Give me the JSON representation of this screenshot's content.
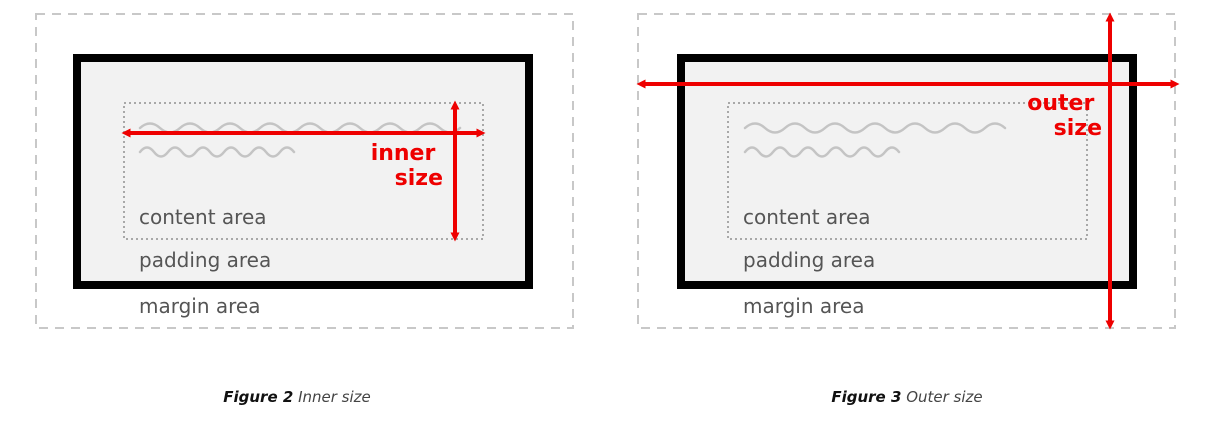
{
  "colors": {
    "margin_border": "#c8c8c8",
    "box_border": "#000000",
    "padding_fill": "#f2f2f2",
    "content_border": "#a8a8a8",
    "text_lines": "#c4c4c4",
    "area_label": "#555555",
    "arrow": "#ee0000"
  },
  "figures": [
    {
      "id": "inner",
      "area_labels": {
        "content": "content area",
        "padding": "padding area",
        "margin": "margin area"
      },
      "annotation": [
        "inner",
        "size"
      ],
      "caption": {
        "number": "Figure 2",
        "text": "Inner size"
      }
    },
    {
      "id": "outer",
      "area_labels": {
        "content": "content area",
        "padding": "padding area",
        "margin": "margin area"
      },
      "annotation": [
        "outer",
        "size"
      ],
      "caption": {
        "number": "Figure 3",
        "text": "Outer size"
      }
    }
  ]
}
